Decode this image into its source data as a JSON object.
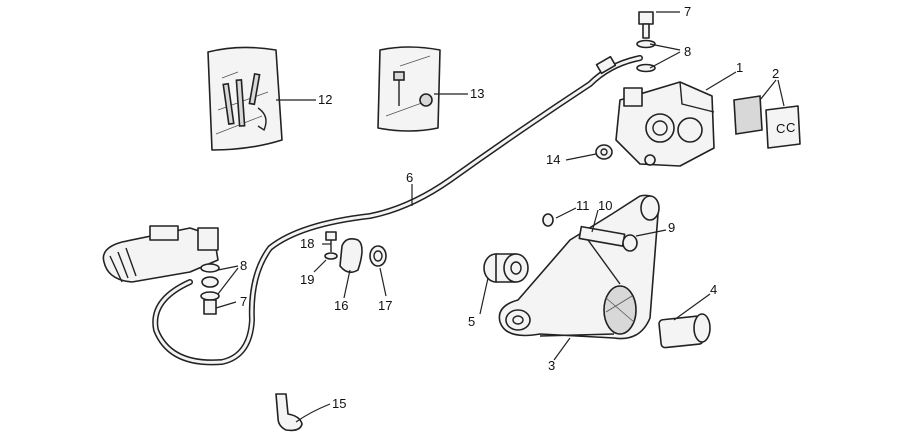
{
  "callouts": [
    {
      "id": "c1",
      "label": "1"
    },
    {
      "id": "c2",
      "label": "2"
    },
    {
      "id": "c3",
      "label": "3"
    },
    {
      "id": "c4",
      "label": "4"
    },
    {
      "id": "c5",
      "label": "5"
    },
    {
      "id": "c6",
      "label": "6"
    },
    {
      "id": "c7a",
      "label": "7"
    },
    {
      "id": "c7b",
      "label": "7"
    },
    {
      "id": "c8a",
      "label": "8"
    },
    {
      "id": "c8b",
      "label": "8"
    },
    {
      "id": "c9",
      "label": "9"
    },
    {
      "id": "c10",
      "label": "10"
    },
    {
      "id": "c11",
      "label": "11"
    },
    {
      "id": "c12",
      "label": "12"
    },
    {
      "id": "c13",
      "label": "13"
    },
    {
      "id": "c14",
      "label": "14"
    },
    {
      "id": "c15",
      "label": "15"
    },
    {
      "id": "c16",
      "label": "16"
    },
    {
      "id": "c17",
      "label": "17"
    },
    {
      "id": "c18",
      "label": "18"
    },
    {
      "id": "c19",
      "label": "19"
    }
  ],
  "pad_marks": [
    "C",
    "C"
  ]
}
